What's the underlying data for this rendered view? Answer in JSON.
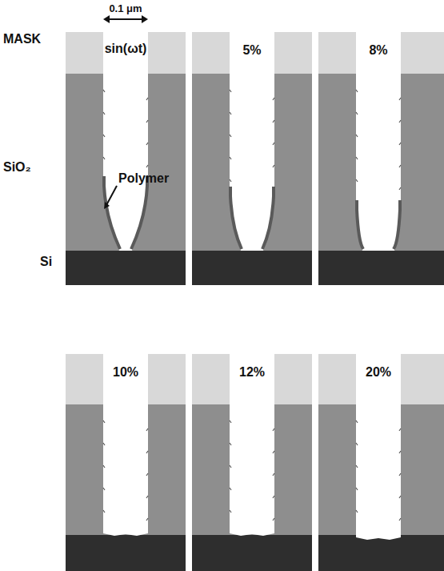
{
  "diagram": {
    "labels": [
      "0.1 μm",
      "MASK",
      "sin(ωt)",
      "SiO₂",
      "Polymer",
      "Si",
      "5%",
      "8%",
      "10%",
      "12%",
      "20%"
    ]
  }
}
